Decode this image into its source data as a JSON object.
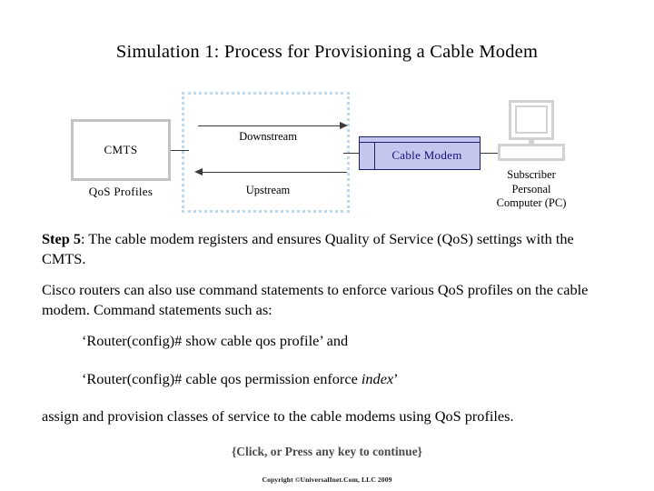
{
  "slide": {
    "title": "Simulation 1: Process for Provisioning a Cable Modem"
  },
  "diagram": {
    "cmts_box_label": "CMTS",
    "qos_profiles_label": "QoS Profiles",
    "downstream_label": "Downstream",
    "upstream_label": "Upstream",
    "cable_modem_label": "Cable Modem",
    "pc_caption_line1": "Subscriber",
    "pc_caption_line2": "Personal",
    "pc_caption_line3": "Computer (PC)",
    "colors": {
      "cloud_border": "#bcd9ef",
      "cmts_border": "#c3c3c3",
      "cable_modem_fill": "#c5c6ee",
      "cable_modem_border": "#1d1d6e",
      "cable_modem_text": "#11117a",
      "pc_icon": "#d2d2d2",
      "arrow": "#3a3a3a"
    }
  },
  "body": {
    "step_label": "Step 5",
    "step_text": ": The cable modem registers and ensures Quality of Service (QoS) settings with the CMTS.",
    "paragraph_2": "Cisco routers can also use command statements to enforce various QoS profiles on the cable modem. Command statements such as:",
    "command_1": "‘Router(config)#  show cable qos profile’ and",
    "command_2_prefix": "‘Router(config)#  cable qos permission enforce ",
    "command_2_italic": "index",
    "command_2_suffix": "’",
    "paragraph_3": "assign and provision classes of service to the cable modems using QoS profiles."
  },
  "footer": {
    "continue_prompt": "{Click, or Press any key to continue}",
    "copyright": "Copyright ©UniversalInet.Com, LLC 2009",
    "continue_color": "#4a4a4a"
  }
}
